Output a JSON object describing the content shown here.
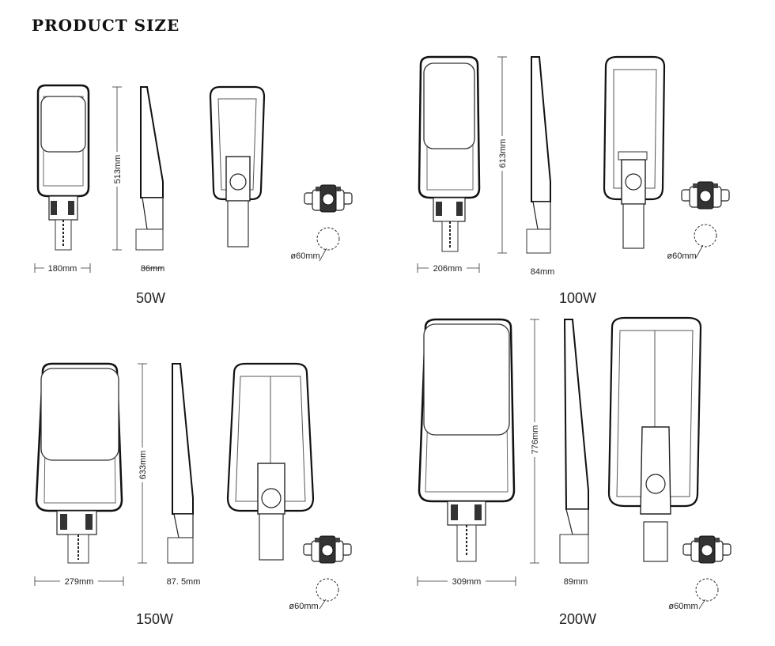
{
  "page_title": "PRODUCT SIZE",
  "products": [
    {
      "label": "50W",
      "width": "180mm",
      "length": "513mm",
      "depth": "86mm",
      "pole": "ø60mm"
    },
    {
      "label": "100W",
      "width": "206mm",
      "length": "613mm",
      "depth": "84mm",
      "pole": "ø60mm"
    },
    {
      "label": "150W",
      "width": "279mm",
      "length": "633mm",
      "depth": "87. 5mm",
      "pole": "ø60mm"
    },
    {
      "label": "200W",
      "width": "309mm",
      "length": "776mm",
      "depth": "89mm",
      "pole": "ø60mm"
    }
  ]
}
